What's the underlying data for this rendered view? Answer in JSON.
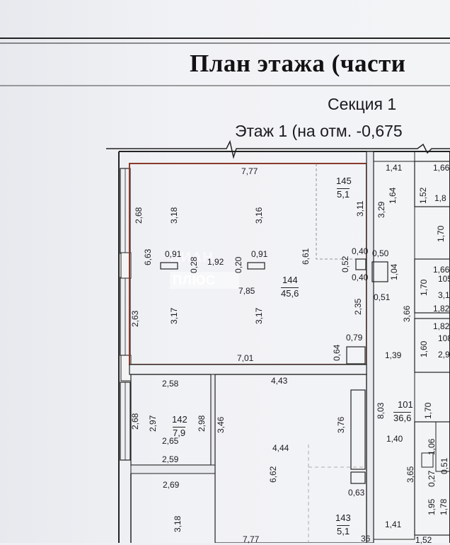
{
  "title": "План этажа (части",
  "section": "Секция 1",
  "floor": "Этаж 1 (на отм. -0,675",
  "watermark": {
    "top": "ЦИАН",
    "bottom": "ПЛЮС"
  },
  "rooms": [
    {
      "number": "144",
      "area": "45,6"
    },
    {
      "number": "145",
      "area": "5,1"
    },
    {
      "number": "142",
      "area": "7,9"
    },
    {
      "number": "101",
      "area": "36,6"
    },
    {
      "number": "143",
      "area": "5,1"
    },
    {
      "number": "105",
      "area": "3,1"
    },
    {
      "number": "108",
      "area": "2,9"
    }
  ],
  "dims": {
    "d1": "7,77",
    "d2": "2,68",
    "d3": "3,18",
    "d4": "3,16",
    "d5": "3,11",
    "d6": "6,63",
    "d7": "0,91",
    "d8": "0,28",
    "d9": "1,92",
    "d10": "0,20",
    "d11": "0,91",
    "d12": "6,61",
    "d13": "0,40",
    "d14": "0,52",
    "d15": "0,40",
    "d16": "7,85",
    "d17": "2,63",
    "d18": "3,17",
    "d19": "3,17",
    "d20": "2,35",
    "d21": "0,79",
    "d22": "0,64",
    "d23": "7,01",
    "d24": "2,58",
    "d25": "4,43",
    "d26": "2,68",
    "d27": "2,97",
    "d28": "2,98",
    "d29": "3,46",
    "d30": "3,76",
    "d31": "2,65",
    "d32": "2,59",
    "d33": "4,44",
    "d34": "6,62",
    "d35": "0,63",
    "d36": "2,69",
    "d37": "3,18",
    "d38": "7,77",
    "d39": "1,41",
    "d40": "1,64",
    "d41": "1,52",
    "d42": "1,66",
    "d43": "1,8",
    "d44": "3,29",
    "d45": "1,70",
    "d46": "0,50",
    "d47": "1,04",
    "d48": "0,51",
    "d49": "1,66",
    "d50": "1,70",
    "d51": "1,82",
    "d52": "3,66",
    "d53": "1,82",
    "d54": "1,60",
    "d55": "1,39",
    "d56": "8,03",
    "d57": "1,70",
    "d58": "1,40",
    "d59": "1,06",
    "d60": "0,51",
    "d61": "3,65",
    "d62": "0,27",
    "d63": "1,95",
    "d64": "1,78",
    "d65": "1,41",
    "d66": "1,52",
    "d67": "36"
  }
}
